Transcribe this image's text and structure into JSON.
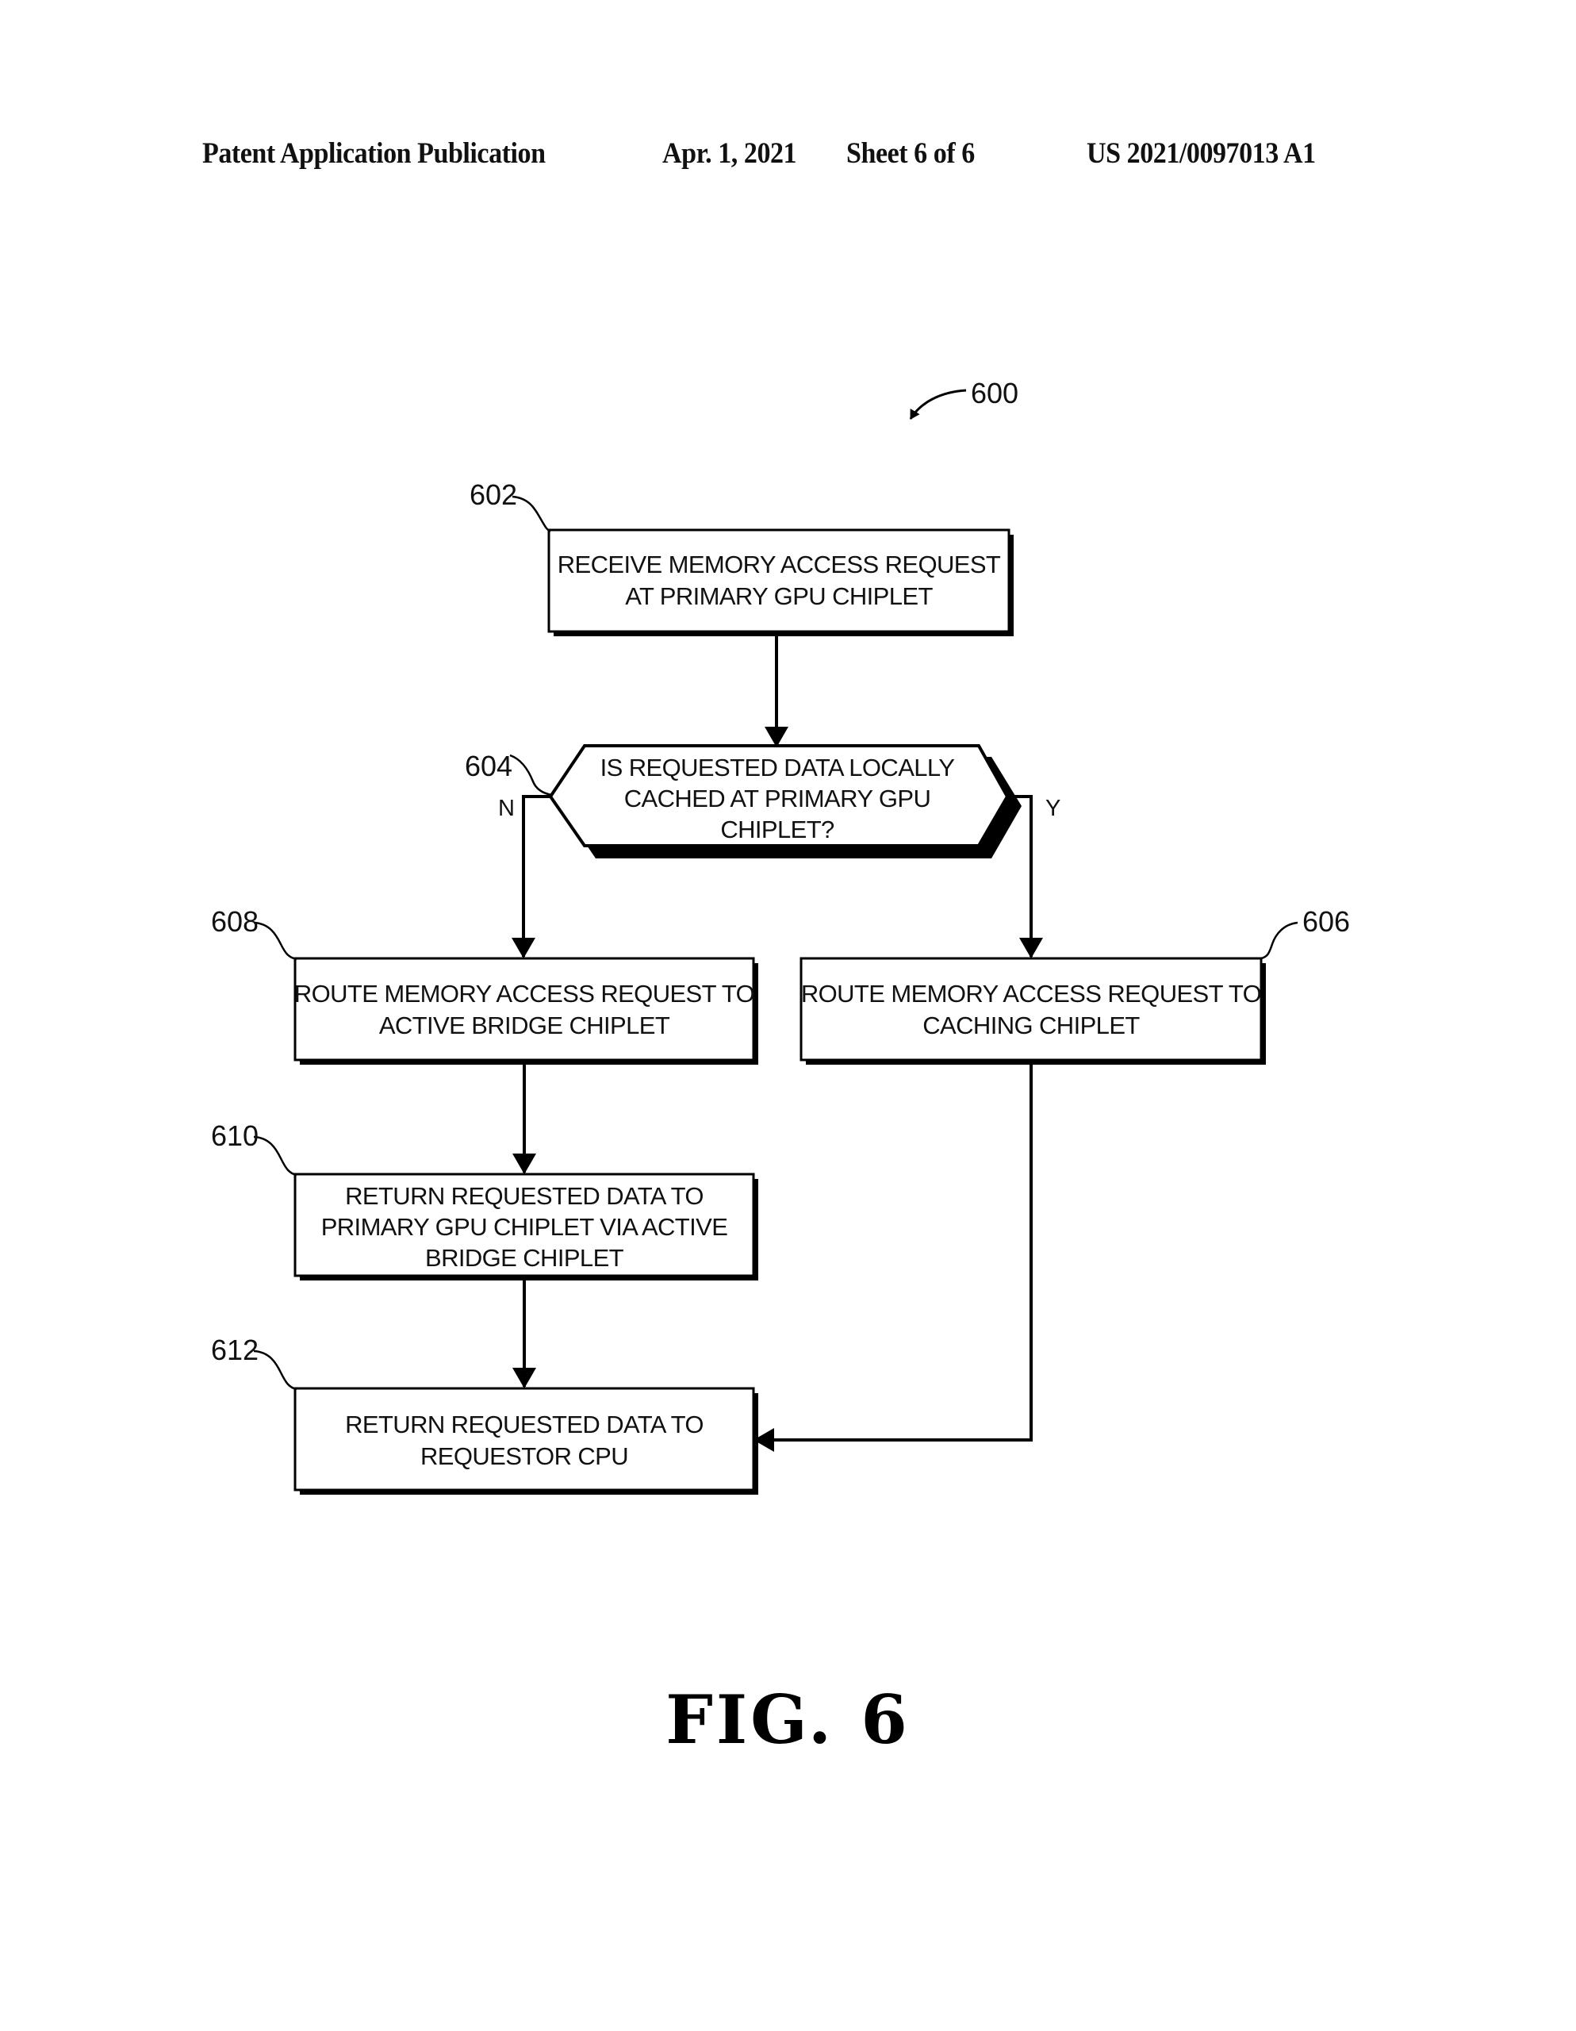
{
  "header": {
    "publication_type": "Patent Application Publication",
    "date": "Apr. 1, 2021",
    "sheet": "Sheet 6 of 6",
    "publication_number": "US 2021/0097013 A1"
  },
  "figure": {
    "ref_number": "600",
    "caption": "FIG. 6",
    "steps": {
      "s602": {
        "ref": "602",
        "lines": [
          "RECEIVE MEMORY ACCESS REQUEST",
          "AT PRIMARY GPU CHIPLET"
        ]
      },
      "s604": {
        "ref": "604",
        "lines": [
          "IS REQUESTED DATA LOCALLY",
          "CACHED AT PRIMARY GPU",
          "CHIPLET?"
        ],
        "no_label": "N",
        "yes_label": "Y"
      },
      "s606": {
        "ref": "606",
        "lines": [
          "ROUTE MEMORY ACCESS REQUEST TO",
          "CACHING CHIPLET"
        ]
      },
      "s608": {
        "ref": "608",
        "lines": [
          "ROUTE MEMORY ACCESS REQUEST TO",
          "ACTIVE BRIDGE CHIPLET"
        ]
      },
      "s610": {
        "ref": "610",
        "lines": [
          "RETURN REQUESTED DATA TO",
          "PRIMARY GPU CHIPLET VIA ACTIVE",
          "BRIDGE CHIPLET"
        ]
      },
      "s612": {
        "ref": "612",
        "lines": [
          "RETURN REQUESTED DATA TO",
          "REQUESTOR CPU"
        ]
      }
    }
  }
}
